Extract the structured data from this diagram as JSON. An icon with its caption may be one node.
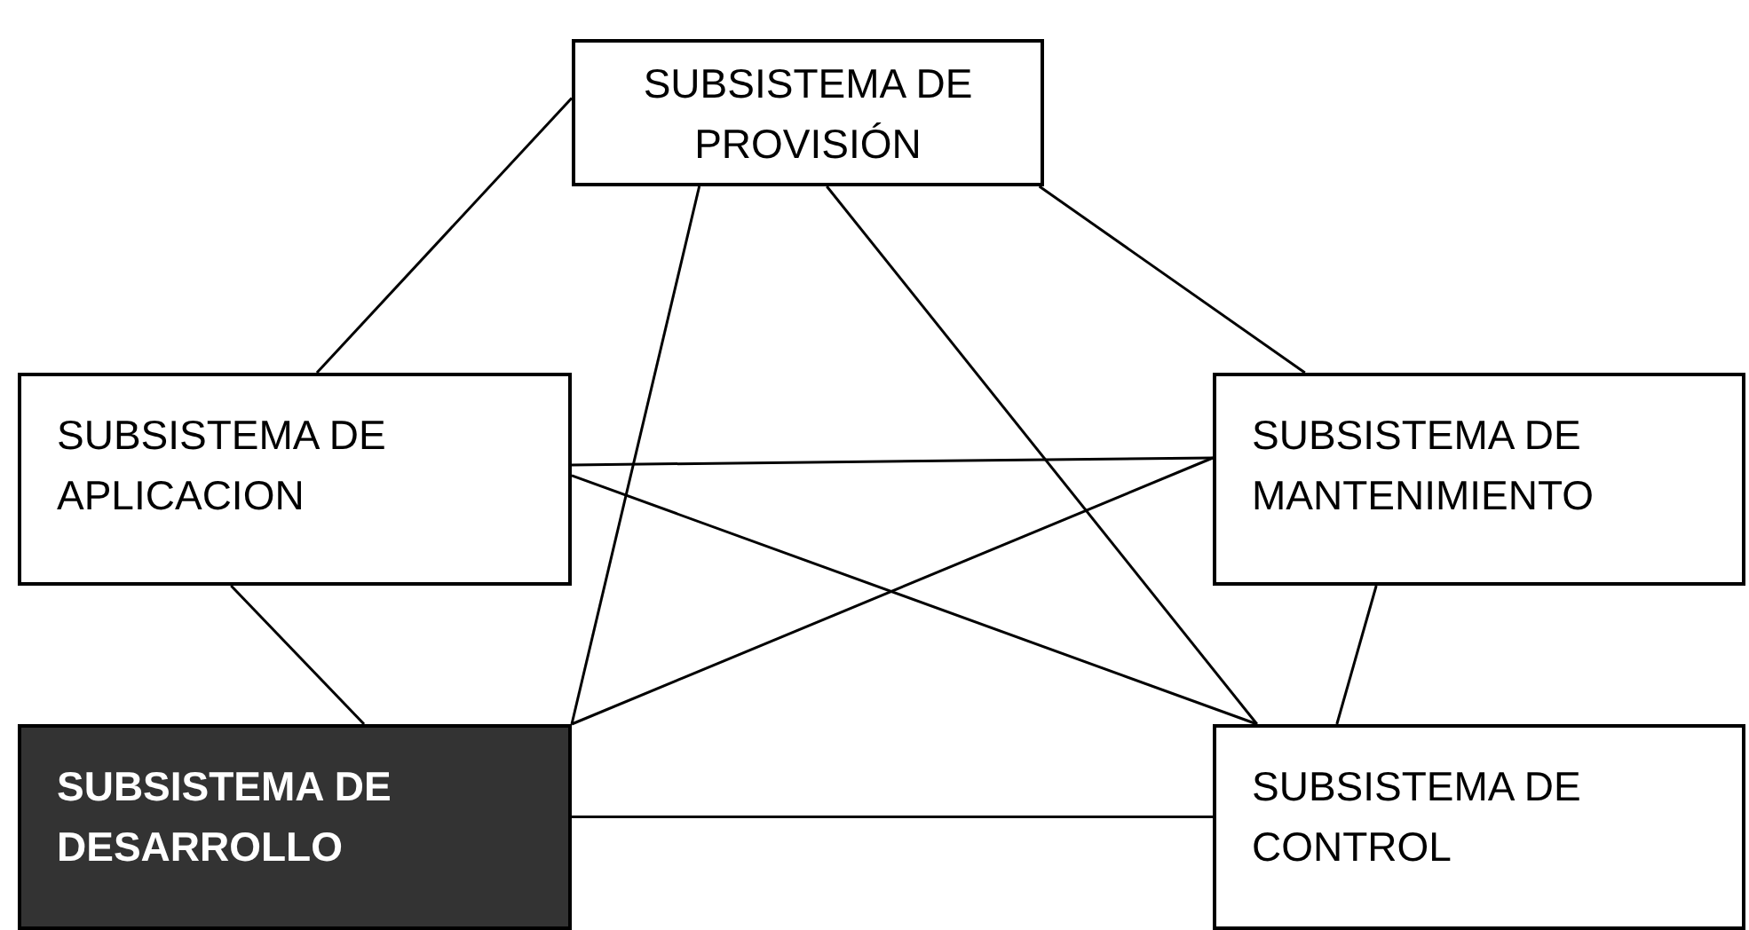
{
  "diagram": {
    "nodes": [
      {
        "text": [
          "SUBSISTEMA DE PROVISIÓN"
        ]
      },
      {
        "text": [
          "SUBSISTEMA DE APLICACION"
        ]
      },
      {
        "text": [
          "SUBSISTEMA DE MANTENIMIENTO"
        ]
      },
      {
        "text": [
          "SUBSISTEMA DE DESARROLLO"
        ]
      },
      {
        "text": [
          "SUBSISTEMA DE CONTROL"
        ]
      }
    ],
    "edges": [
      {
        "from": 0,
        "to": 1,
        "arrow": "none"
      },
      {
        "from": 0,
        "to": 3,
        "arrow": "none"
      },
      {
        "from": 0,
        "to": 4,
        "arrow": "none"
      },
      {
        "from": 0,
        "to": 2,
        "arrow": "none"
      },
      {
        "from": 1,
        "to": 3,
        "arrow": "none"
      },
      {
        "from": 1,
        "to": 2,
        "arrow": "none"
      },
      {
        "from": 1,
        "to": 4,
        "arrow": "none"
      },
      {
        "from": 3,
        "to": 2,
        "arrow": "none"
      },
      {
        "from": 2,
        "to": 4,
        "arrow": "none"
      },
      {
        "from": 3,
        "to": 4,
        "arrow": "none"
      }
    ]
  }
}
